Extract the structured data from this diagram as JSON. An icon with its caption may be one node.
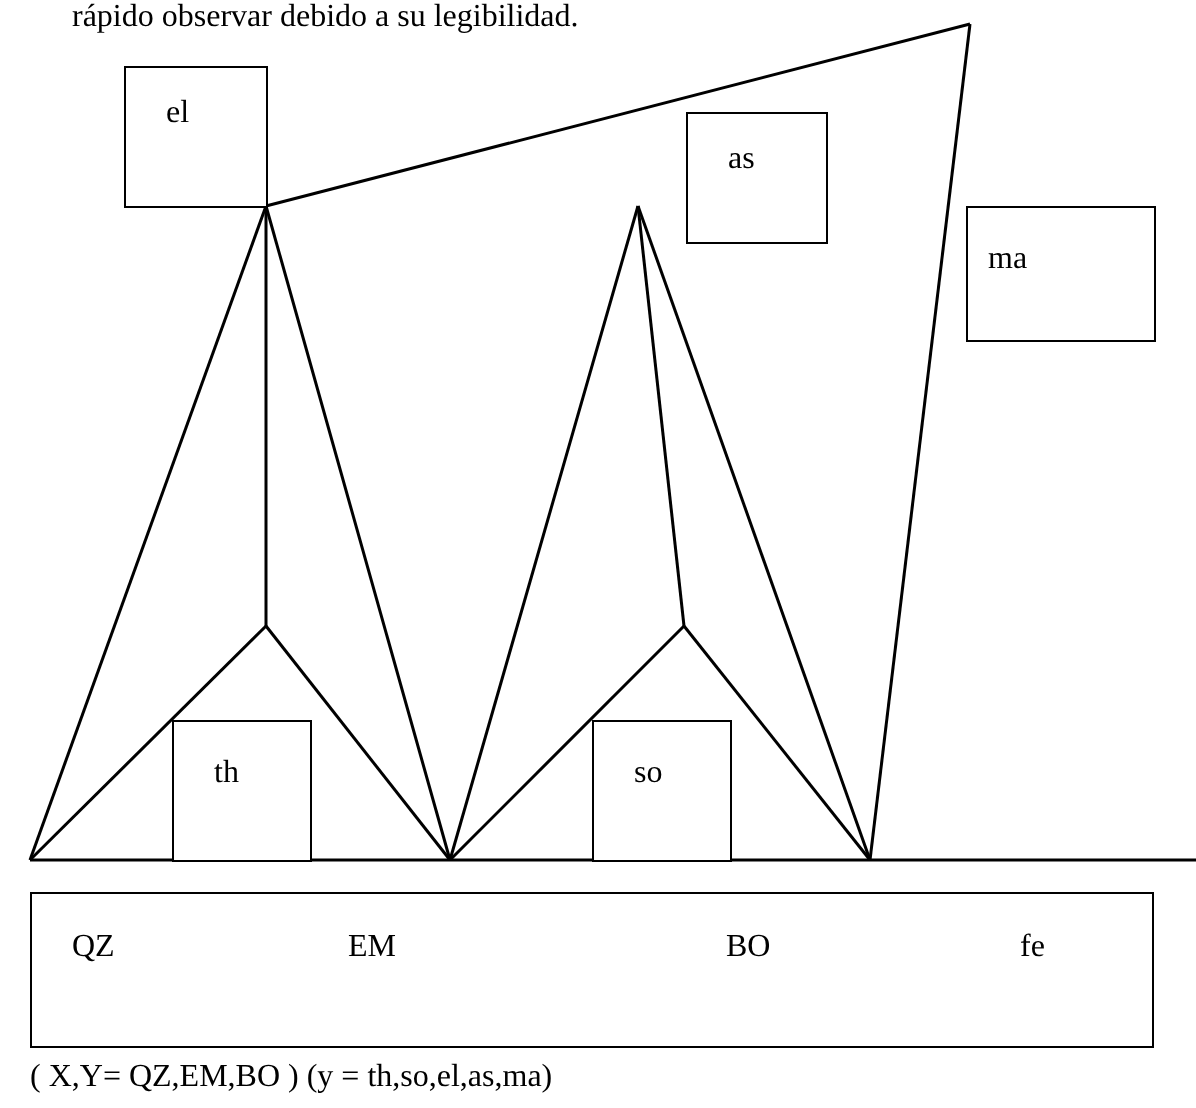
{
  "diagram": {
    "nodes": [
      {
        "text": [
          "el"
        ]
      },
      {
        "text": [
          "as"
        ]
      },
      {
        "text": [
          "ma"
        ]
      },
      {
        "text": [
          "th"
        ]
      },
      {
        "text": [
          "so"
        ]
      },
      {
        "text": [
          "QZ",
          "EM",
          "BO",
          "fe"
        ]
      }
    ],
    "labels": [
      "rápido observar debido a su legibilidad.",
      "( X,Y= QZ,EM,BO )  (y = th,so,el,as,ma)"
    ]
  }
}
